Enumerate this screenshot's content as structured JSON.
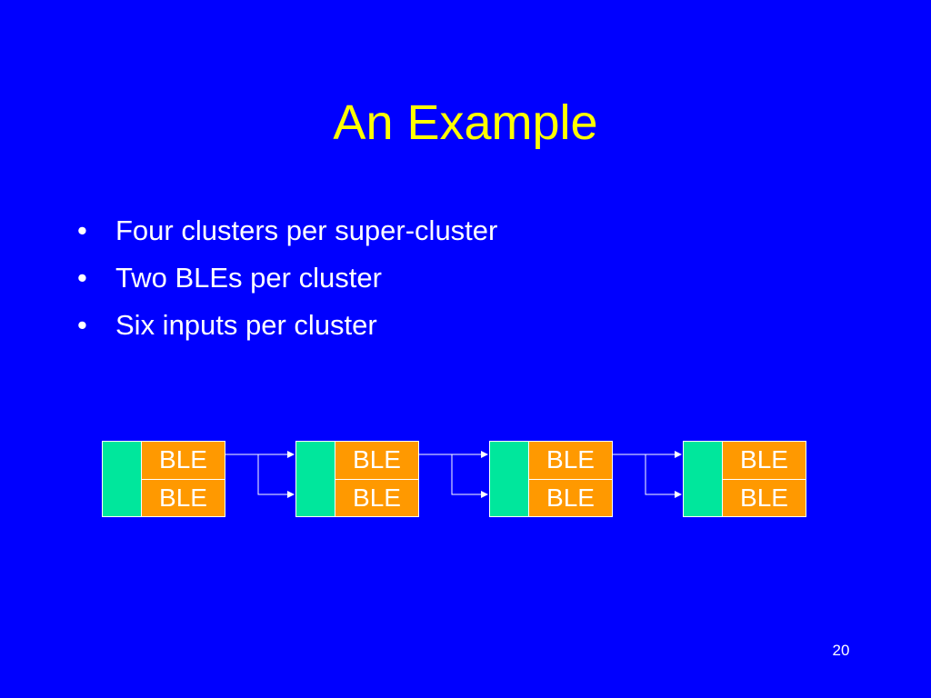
{
  "slide": {
    "title": "An Example",
    "bullets": [
      "Four clusters per super-cluster",
      "Two BLEs per cluster",
      "Six inputs per cluster"
    ],
    "page_number": "20"
  },
  "diagram": {
    "clusters": [
      {
        "bles": [
          "BLE",
          "BLE"
        ]
      },
      {
        "bles": [
          "BLE",
          "BLE"
        ]
      },
      {
        "bles": [
          "BLE",
          "BLE"
        ]
      },
      {
        "bles": [
          "BLE",
          "BLE"
        ]
      }
    ]
  },
  "colors": {
    "background": "#0000ff",
    "title": "#ffff00",
    "text": "#ffffff",
    "ble_fill": "#ff9900",
    "input_block_fill": "#00e79c"
  }
}
